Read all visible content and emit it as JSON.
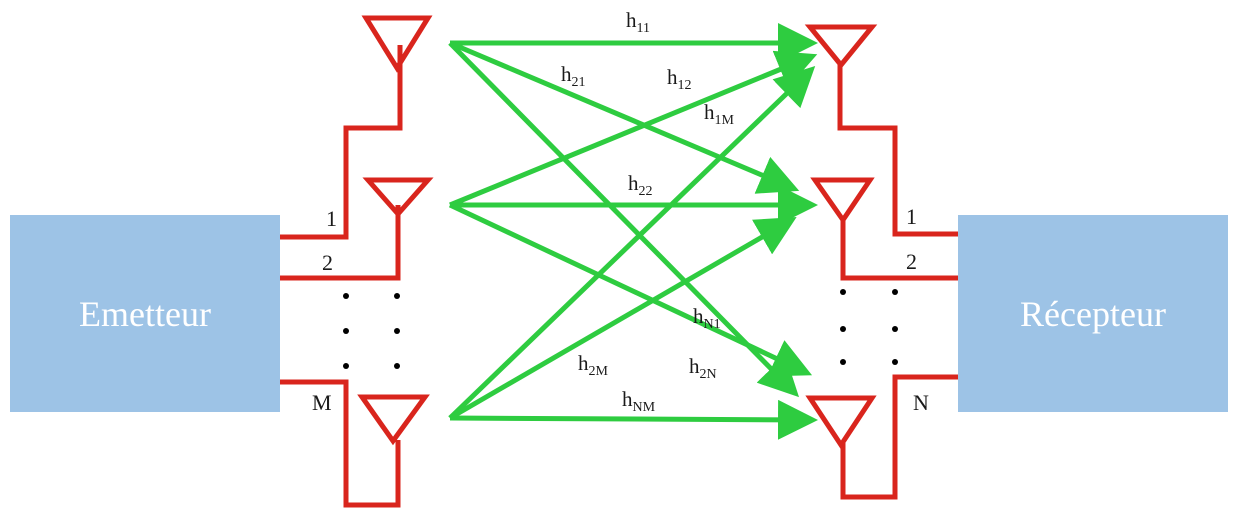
{
  "transmitter": {
    "label": "Emetteur"
  },
  "receiver": {
    "label": "Récepteur"
  },
  "tx_ports": [
    "1",
    "2",
    "M"
  ],
  "rx_ports": [
    "1",
    "2",
    "N"
  ],
  "channels": [
    {
      "base": "h",
      "sub": "11"
    },
    {
      "base": "h",
      "sub": "21"
    },
    {
      "base": "h",
      "sub": "12"
    },
    {
      "base": "h",
      "sub": "1M"
    },
    {
      "base": "h",
      "sub": "22"
    },
    {
      "base": "h",
      "sub": "N1"
    },
    {
      "base": "h",
      "sub": "2M"
    },
    {
      "base": "h",
      "sub": "2N"
    },
    {
      "base": "h",
      "sub": "NM"
    }
  ],
  "colors": {
    "wire": "#d9251d",
    "link": "#2ecc40",
    "box": "#9dc3e6",
    "box_text": "#ffffff",
    "dots": "#000000"
  }
}
